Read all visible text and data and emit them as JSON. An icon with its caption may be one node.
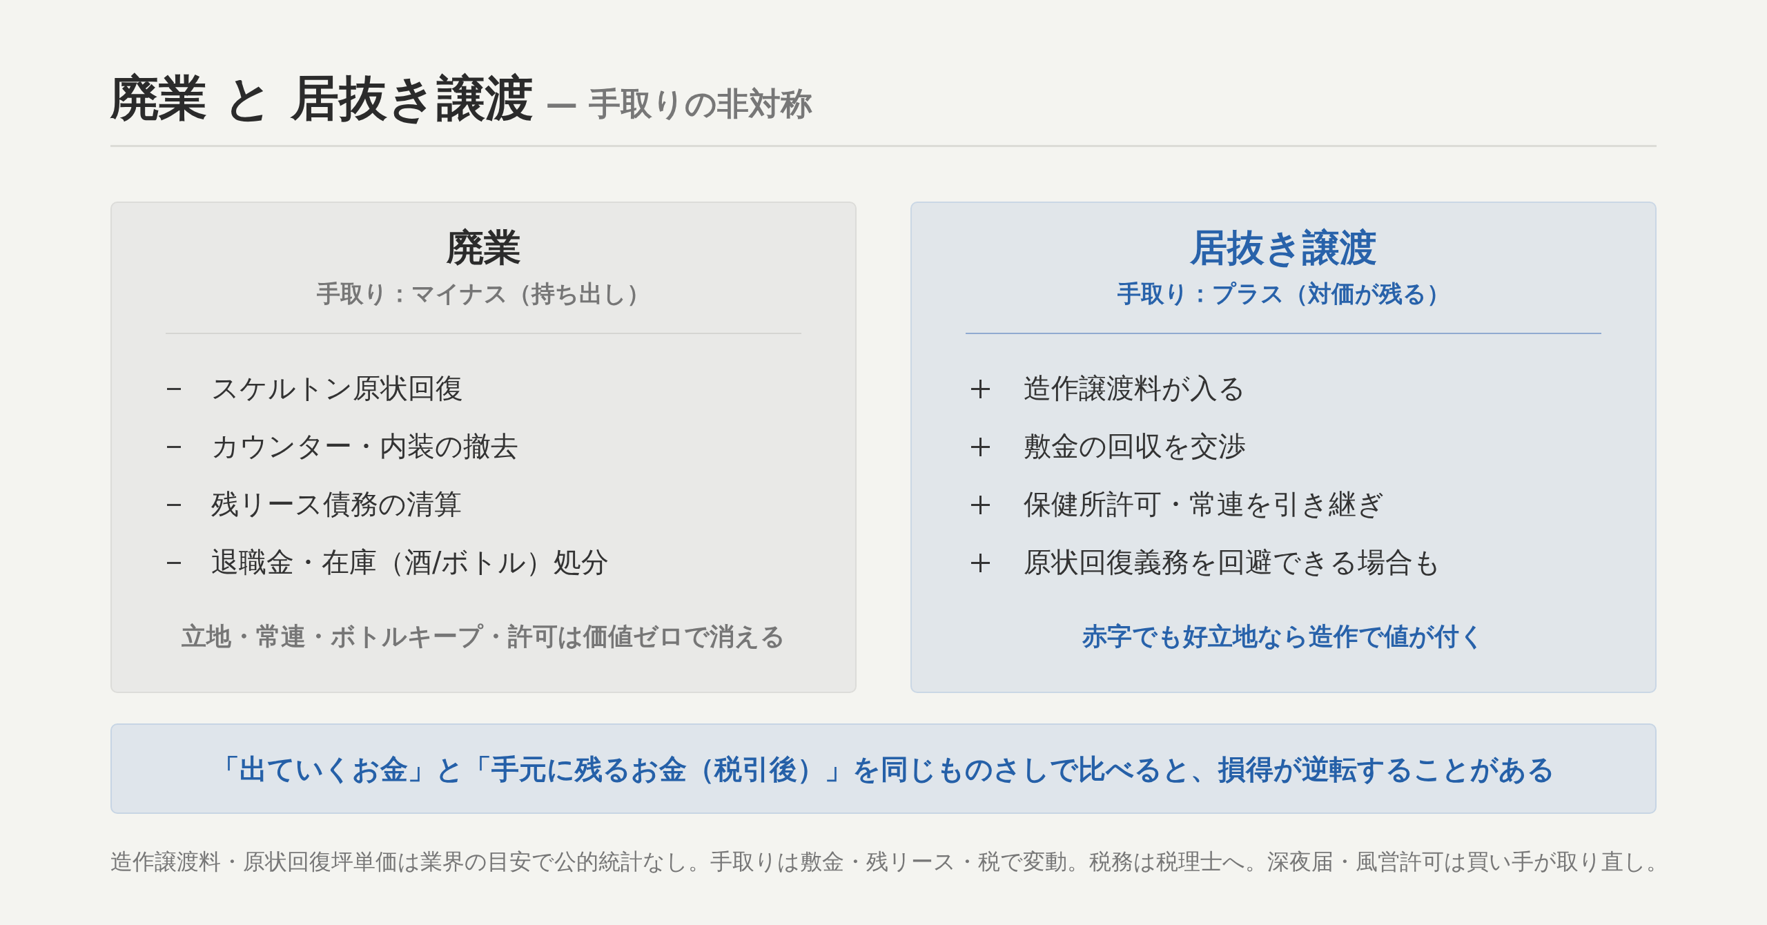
{
  "diagram": {
    "title": "廃業 と 居抜き譲渡",
    "caption": "造作譲渡料・原状回復坪単価は業界の目安で公的統計なし。手取りは敷金・残リース・税で変動。税務は税理士へ。深夜届・風営許可は買い手が取り直し。",
    "nodes": [
      {
        "text": [
          "廃業",
          "手取り：マイナス（持ち出し）",
          "スケルトン原状回復",
          "カウンター・内装の撤去",
          "残リース債務の清算",
          "退職金・在庫（酒/ボトル）処分",
          "立地・常連・ボトルキープ・許可は価値ゼロで消える"
        ]
      },
      {
        "text": [
          "居抜き譲渡",
          "手取り：プラス（対価が残る）",
          "造作譲渡料が入る",
          "敷金の回収を交渉",
          "保健所許可・常連を引き継ぎ",
          "原状回復義務を回避できる場合も",
          "赤字でも好立地なら造作で値が付く"
        ]
      },
      {
        "text": [
          "「出ていくお金」と「手元に残るお金（税引後）」を同じものさしで比べると、損得が逆転することがある"
        ]
      }
    ],
    "labels": [
      "— 手取りの非対称"
    ]
  }
}
